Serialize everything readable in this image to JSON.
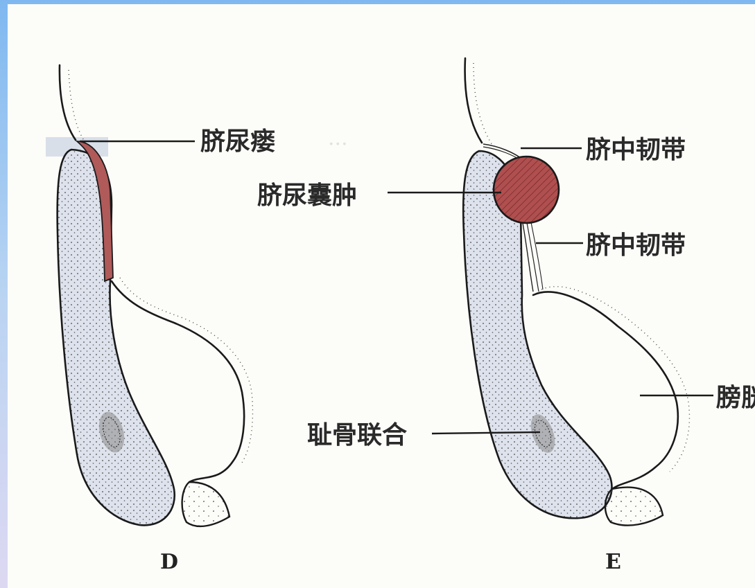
{
  "panels": {
    "left": {
      "letter": "D",
      "label_urachal_fistula": "脐尿瘘"
    },
    "right": {
      "letter": "E",
      "label_median_ligament_upper": "脐中韧带",
      "label_urachal_cyst": "脐尿囊肿",
      "label_median_ligament_lower": "脐中韧带",
      "label_pubic_symphysis": "耻骨联合",
      "label_bladder": "膀胱"
    }
  },
  "colors": {
    "figure_background": "#fcfcf9",
    "bone_fill": "#dde2ec",
    "fistula_fill": "#b05a5a",
    "cyst_fill": "#b04f4f",
    "frame_gradient_top": "#7fb8f0",
    "frame_gradient_bottom": "#ddd8f2"
  }
}
